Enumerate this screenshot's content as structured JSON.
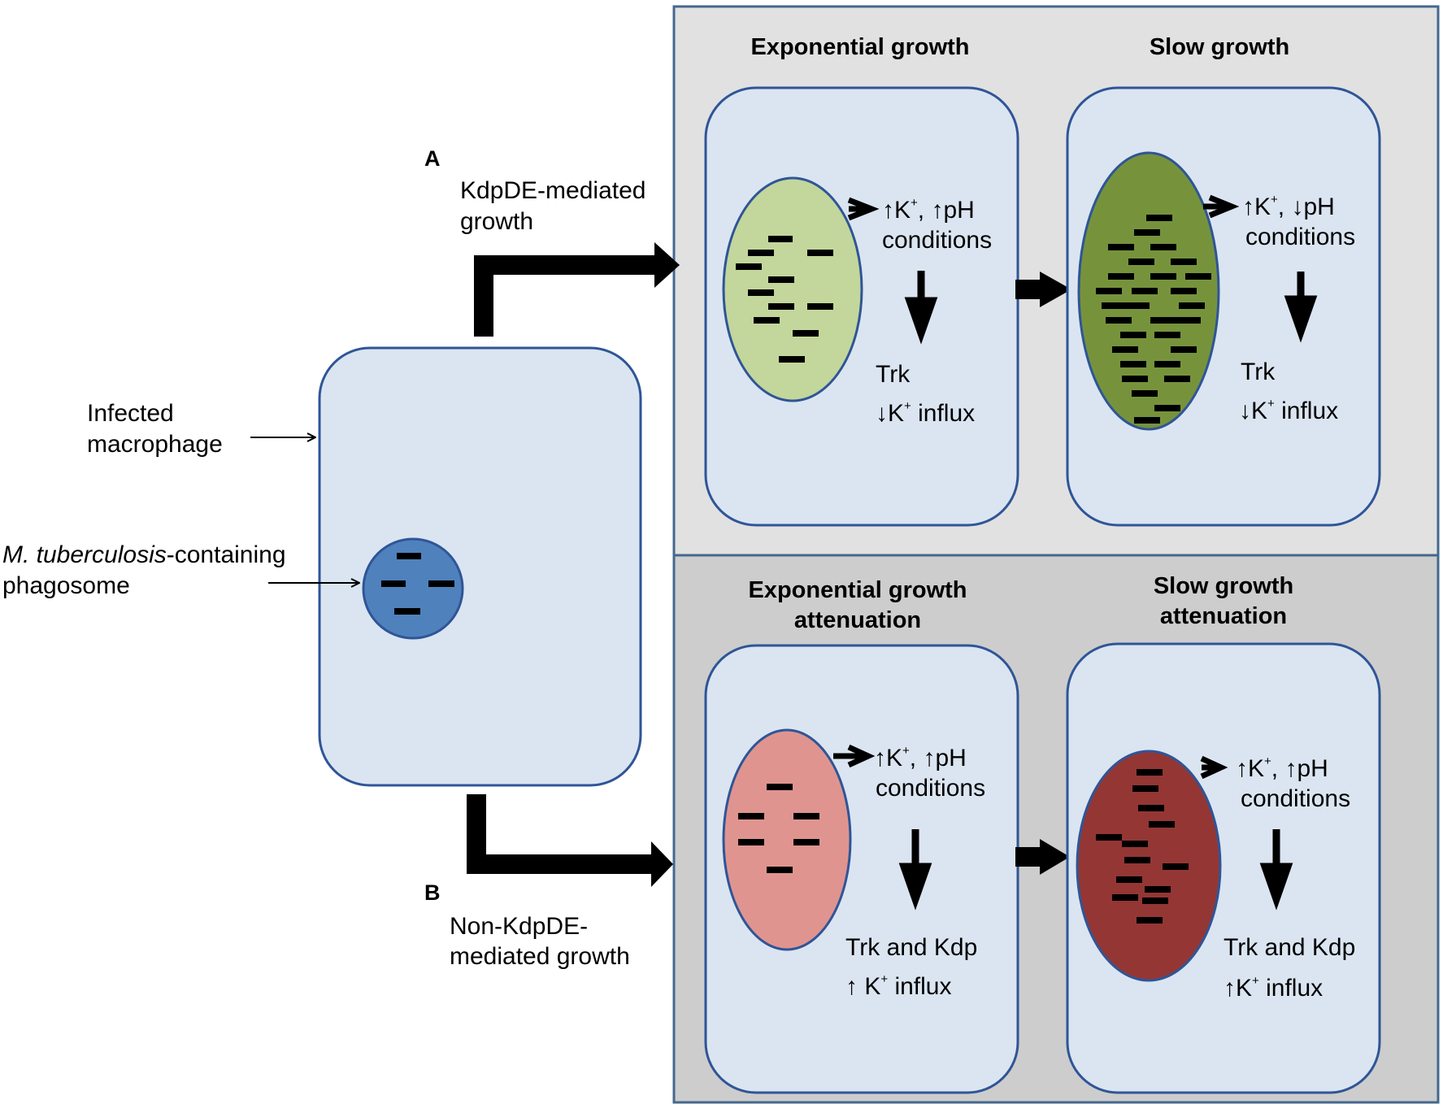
{
  "colors": {
    "panel_top_fill": "#e1e1e1",
    "panel_bottom_fill": "#cdcdcd",
    "panel_stroke": "#44688f",
    "cell_fill": "#dbe5f1",
    "cell_stroke": "#2f5597",
    "phagosome_fill": "#4f81bd",
    "bacterium_light_green": "#c3d69b",
    "bacterium_dark_green": "#76933c",
    "bacterium_pink": "#e09490",
    "bacterium_dark_red": "#943634",
    "arrow": "#000000"
  },
  "left": {
    "infected_macrophage": [
      "Infected",
      "macrophage"
    ],
    "phagosome_label": {
      "italic": "M. tuberculosis",
      "rest": "-containing",
      "line2": "phagosome"
    }
  },
  "pathway_a": {
    "letter": "A",
    "label": [
      "KdpDE-mediated",
      "growth"
    ]
  },
  "pathway_b": {
    "letter": "B",
    "label": [
      "Non-KdpDE-",
      "mediated growth"
    ]
  },
  "panels": {
    "exp_growth": {
      "title": [
        "Exponential growth"
      ],
      "cond_arrow1": "↑",
      "cond_k": "K",
      "cond_plus": "+",
      "cond_mid": ", ",
      "cond_arrow2": "↑",
      "cond_ph": "pH",
      "cond_line2": "conditions",
      "trk": "Trk",
      "influx_arrow": "↓",
      "influx_k": "K",
      "influx_plus": "+",
      "influx_rest": " influx"
    },
    "slow_growth": {
      "title": [
        "Slow growth"
      ],
      "cond_arrow1": "↑",
      "cond_k": "K",
      "cond_plus": "+",
      "cond_mid": ", ",
      "cond_arrow2": "↓",
      "cond_ph": "pH",
      "cond_line2": "conditions",
      "trk": "Trk",
      "influx_arrow": "↓",
      "influx_k": "K",
      "influx_plus": "+",
      "influx_rest": " influx"
    },
    "exp_att": {
      "title": [
        "Exponential growth",
        "attenuation"
      ],
      "cond_arrow1": "↑",
      "cond_k": "K",
      "cond_plus": "+",
      "cond_mid": ", ",
      "cond_arrow2": "↑",
      "cond_ph": "pH",
      "cond_line2": "conditions",
      "trk": "Trk and Kdp",
      "influx_arrow": "↑ ",
      "influx_k": "K",
      "influx_plus": "+",
      "influx_rest": " influx"
    },
    "slow_att": {
      "title": [
        "Slow growth",
        "attenuation"
      ],
      "cond_arrow1": "↑",
      "cond_k": "K",
      "cond_plus": "+",
      "cond_mid": ", ",
      "cond_arrow2": "↑",
      "cond_ph": "pH",
      "cond_line2": "conditions",
      "trk": "Trk and Kdp",
      "influx_arrow": "↑",
      "influx_k": "K",
      "influx_plus": "+",
      "influx_rest": " influx"
    }
  }
}
